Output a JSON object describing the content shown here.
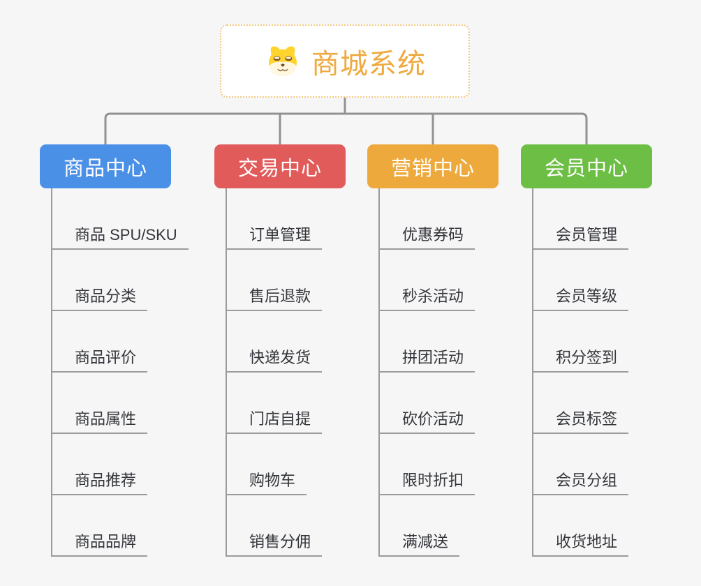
{
  "root": {
    "title": "商城系统",
    "icon": "dog-face-icon"
  },
  "colors": {
    "background": "#F6F6F6",
    "connector": "#919191",
    "sub_connector": "#9B9B9B",
    "root_border": "#F3C87E",
    "root_text": "#EFA93F",
    "leaf_text": "#33353A"
  },
  "branches": [
    {
      "label": "商品中心",
      "color": "#4A90E6",
      "children": [
        "商品 SPU/SKU",
        "商品分类",
        "商品评价",
        "商品属性",
        "商品推荐",
        "商品品牌"
      ]
    },
    {
      "label": "交易中心",
      "color": "#E25B5B",
      "children": [
        "订单管理",
        "售后退款",
        "快递发货",
        "门店自提",
        "购物车",
        "销售分佣"
      ]
    },
    {
      "label": "营销中心",
      "color": "#EEA93C",
      "children": [
        "优惠券码",
        "秒杀活动",
        "拼团活动",
        "砍价活动",
        "限时折扣",
        "满减送"
      ]
    },
    {
      "label": "会员中心",
      "color": "#6CBE44",
      "children": [
        "会员管理",
        "会员等级",
        "积分签到",
        "会员标签",
        "会员分组",
        "收货地址"
      ]
    }
  ]
}
